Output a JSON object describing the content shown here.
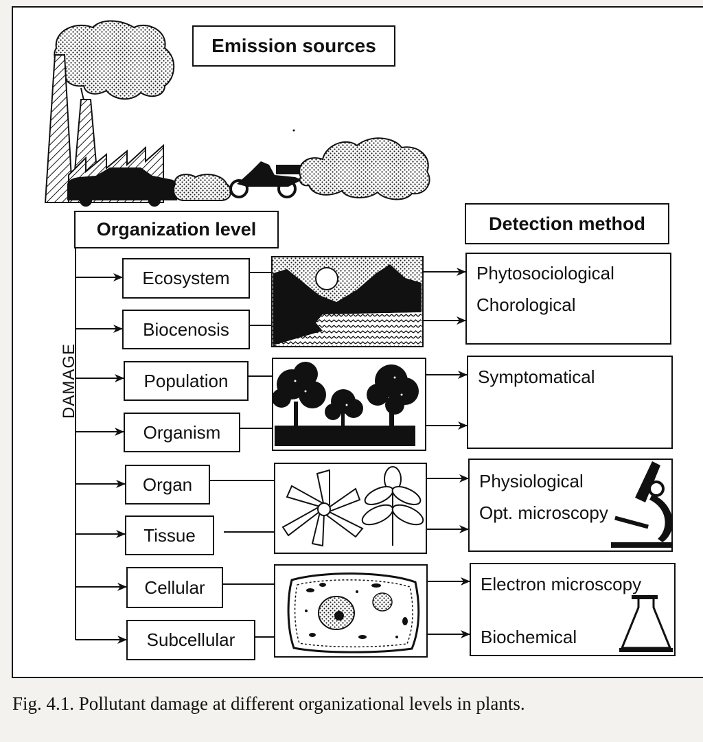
{
  "emission_sources": "Emission sources",
  "organization_level": "Organization level",
  "detection_method": "Detection method",
  "vertical_label": "DAMAGE",
  "levels": [
    "Ecosystem",
    "Biocenosis",
    "Population",
    "Organism",
    "Organ",
    "Tissue",
    "Cellular",
    "Subcellular"
  ],
  "methods": {
    "group1": [
      "Phytosociological",
      "Chorological"
    ],
    "group2": [
      "Symptomatical"
    ],
    "group3": [
      "Physiological",
      "Opt. microscopy"
    ],
    "group4": [
      "Electron microscopy",
      "Biochemical"
    ]
  },
  "caption": "Fig. 4.1. Pollutant damage at different organizational levels in plants."
}
